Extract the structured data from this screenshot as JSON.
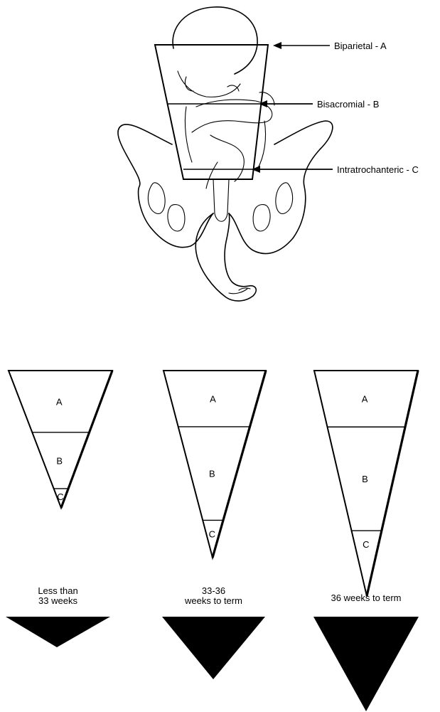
{
  "illustration": {
    "callouts": [
      {
        "id": "biparietal",
        "label": "Biparietal - A"
      },
      {
        "id": "bisacromial",
        "label": "Bisacromial - B"
      },
      {
        "id": "intratrochanteric",
        "label": "Intratrochanteric - C"
      }
    ]
  },
  "cones": [
    {
      "caption_lines": [
        "Less than",
        "33 weeks"
      ],
      "segments": [
        {
          "letter": "A",
          "share": 0.45
        },
        {
          "letter": "B",
          "share": 0.41
        },
        {
          "letter": "C",
          "share": 0.14
        }
      ]
    },
    {
      "caption_lines": [
        "33-36",
        "weeks to term"
      ],
      "segments": [
        {
          "letter": "A",
          "share": 0.3
        },
        {
          "letter": "B",
          "share": 0.5
        },
        {
          "letter": "C",
          "share": 0.2
        }
      ]
    },
    {
      "caption_lines": [
        "36 weeks to term"
      ],
      "segments": [
        {
          "letter": "A",
          "share": 0.25
        },
        {
          "letter": "B",
          "share": 0.46
        },
        {
          "letter": "C",
          "share": 0.29
        }
      ]
    }
  ],
  "colors": {
    "ink": "#000000",
    "paper": "#ffffff"
  }
}
